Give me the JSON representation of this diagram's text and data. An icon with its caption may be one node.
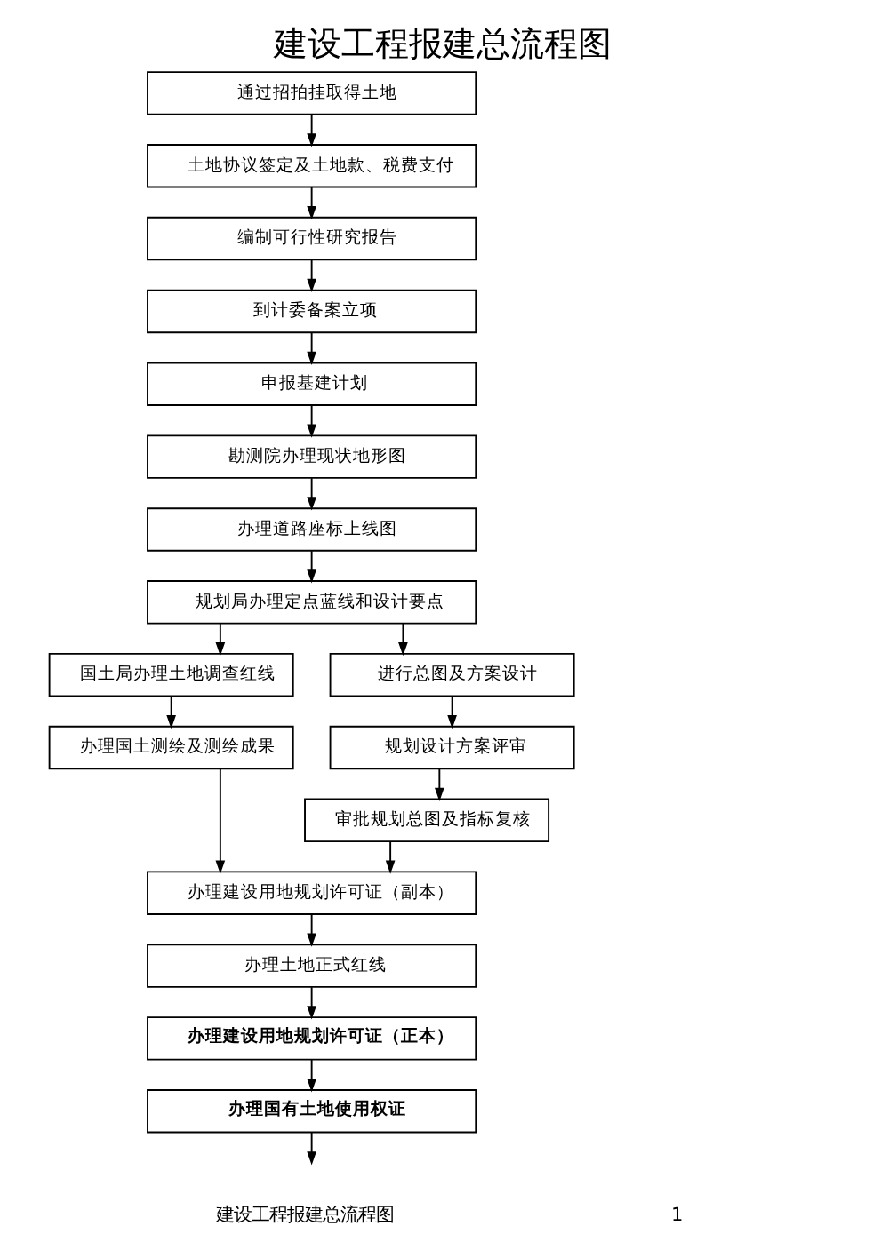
{
  "diagram": {
    "title": "建设工程报建总流程图",
    "nodes": [
      {
        "text": [
          "通过招拍挂取得土地"
        ]
      },
      {
        "text": [
          "土地协议签定及土地款、税费支付"
        ]
      },
      {
        "text": [
          "编制可行性研究报告"
        ]
      },
      {
        "text": [
          "到计委备案立项"
        ]
      },
      {
        "text": [
          "申报基建计划"
        ]
      },
      {
        "text": [
          "勘测院办理现状地形图"
        ]
      },
      {
        "text": [
          "办理道路座标上线图"
        ]
      },
      {
        "text": [
          "规划局办理定点蓝线和设计要点"
        ]
      },
      {
        "text": [
          "国土局办理土地调查红线"
        ]
      },
      {
        "text": [
          "进行总图及方案设计"
        ]
      },
      {
        "text": [
          "办理国土测绘及测绘成果"
        ]
      },
      {
        "text": [
          "规划设计方案评审"
        ]
      },
      {
        "text": [
          "审批规划总图及指标复核"
        ]
      },
      {
        "text": [
          "办理建设用地规划许可证（副本）"
        ]
      },
      {
        "text": [
          "办理土地正式红线"
        ]
      },
      {
        "text": [
          "办理建设用地规划许可证（正本）"
        ]
      },
      {
        "text": [
          "办理国有土地使用权证"
        ]
      }
    ],
    "edges": [
      {
        "from": 0,
        "to": 1,
        "arrow": "to"
      },
      {
        "from": 1,
        "to": 2,
        "arrow": "to"
      },
      {
        "from": 2,
        "to": 3,
        "arrow": "to"
      },
      {
        "from": 3,
        "to": 4,
        "arrow": "to"
      },
      {
        "from": 4,
        "to": 5,
        "arrow": "to"
      },
      {
        "from": 5,
        "to": 6,
        "arrow": "to"
      },
      {
        "from": 6,
        "to": 7,
        "arrow": "to"
      },
      {
        "from": 7,
        "to": 8,
        "arrow": "to"
      },
      {
        "from": 7,
        "to": 9,
        "arrow": "to"
      },
      {
        "from": 8,
        "to": 10,
        "arrow": "to"
      },
      {
        "from": 9,
        "to": 11,
        "arrow": "to"
      },
      {
        "from": 11,
        "to": 12,
        "arrow": "to"
      },
      {
        "from": 10,
        "to": 13,
        "arrow": "to"
      },
      {
        "from": 12,
        "to": 13,
        "arrow": "to"
      },
      {
        "from": 13,
        "to": 14,
        "arrow": "to"
      },
      {
        "from": 14,
        "to": 15,
        "arrow": "to"
      },
      {
        "from": 15,
        "to": 16,
        "arrow": "to"
      },
      {
        "from": 16,
        "to": null,
        "arrow": "to"
      }
    ],
    "labels": [
      "建设工程报建总流程图",
      "1"
    ]
  }
}
